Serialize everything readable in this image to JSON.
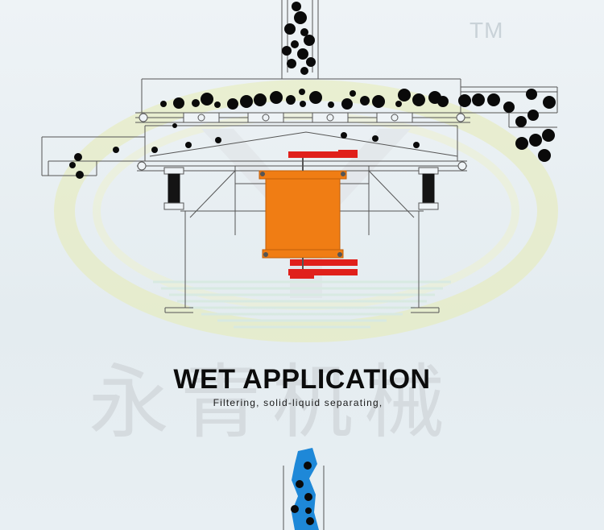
{
  "trademark": "TM",
  "watermark": {
    "company_text": "永青机械",
    "logo_icon": "yq-logo-watermark"
  },
  "section": {
    "title": "WET APPLICATION",
    "subtitle": "Filtering, solid-liquid separating,"
  },
  "illustration": {
    "top_machine": "vibrating-screen-separator-diagram",
    "bottom_preview": "liquid-inlet-diagram"
  },
  "colors": {
    "background": "#e7eef2",
    "motor": "#f07d14",
    "motor_dark": "#c25e08",
    "weights": "#e0201b",
    "particles": "#0a0a0a",
    "liquid": "#1e88d8",
    "line": "#555555",
    "title": "#0c0c0c"
  }
}
